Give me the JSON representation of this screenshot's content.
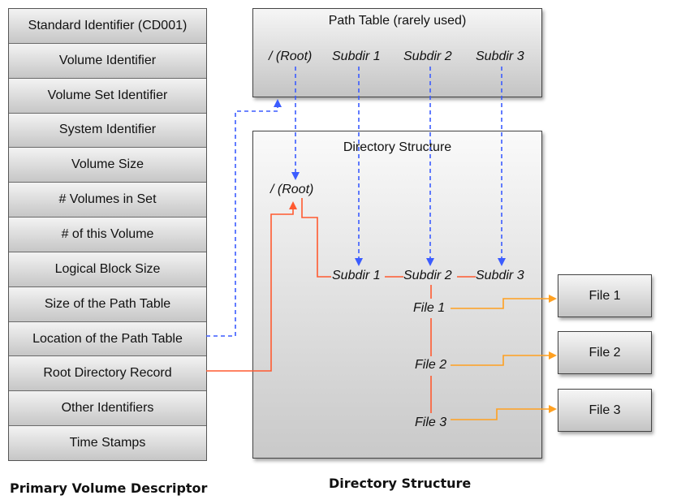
{
  "primary_volume_descriptor": {
    "fields": [
      "Standard Identifier (CD001)",
      "Volume Identifier",
      "Volume Set Identifier",
      "System Identifier",
      "Volume Size",
      "# Volumes in Set",
      "# of this Volume",
      "Logical Block Size",
      "Size of the Path Table",
      "Location of the Path Table",
      "Root Directory Record",
      "Other Identifiers",
      "Time Stamps"
    ],
    "caption": "Primary Volume Descriptor"
  },
  "path_table": {
    "title": "Path Table (rarely used)",
    "entries": [
      "/ (Root)",
      "Subdir 1",
      "Subdir 2",
      "Subdir 3"
    ]
  },
  "directory_structure": {
    "title": "Directory Structure",
    "root": "/ (Root)",
    "subdirs": [
      "Subdir 1",
      "Subdir 2",
      "Subdir 3"
    ],
    "files": [
      "File 1",
      "File 2",
      "File 3"
    ],
    "caption": "Directory Structure"
  },
  "files": [
    "File 1",
    "File 2",
    "File 3"
  ],
  "colors": {
    "path_table_link": "#3b5cff",
    "directory_link": "#ff5a30",
    "file_link": "#ffa020"
  }
}
